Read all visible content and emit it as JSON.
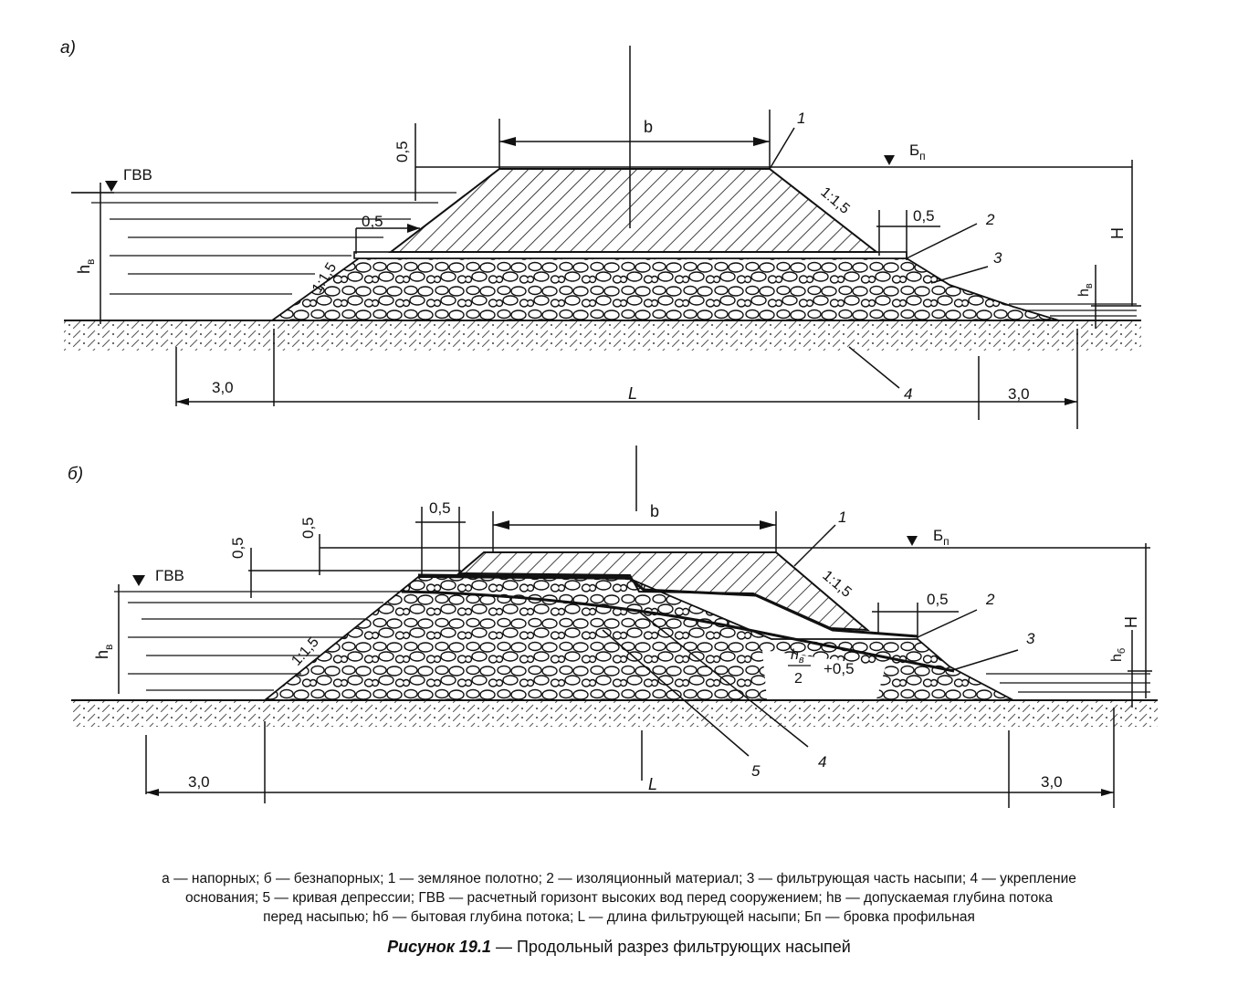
{
  "diagram_a": {
    "panel_label": "а)",
    "gvv": "ГВВ",
    "h_v": "h",
    "h_v_sub": "в",
    "dim_05_top": "0,5",
    "dim_05_left": "0,5",
    "dim_05_right": "0,5",
    "dim_b": "b",
    "slope_left": "1:1,5",
    "slope_right": "1:1,5",
    "brovka": "Б",
    "brovka_sub": "п",
    "H": "H",
    "h_right": "h",
    "h_right_sub": "в",
    "dim_30_left": "3,0",
    "dim_L": "L",
    "dim_30_right": "3,0",
    "n1": "1",
    "n2": "2",
    "n3": "3",
    "n4": "4"
  },
  "diagram_b": {
    "panel_label": "б)",
    "gvv": "ГВВ",
    "h_v": "h",
    "h_v_sub": "в",
    "dim_05_a": "0,5",
    "dim_05_b": "0,5",
    "dim_05_c": "0,5",
    "dim_05_right": "0,5",
    "dim_b": "b",
    "slope_left": "1:1,5",
    "slope_right": "1:1,5",
    "brovka": "Б",
    "brovka_sub": "п",
    "H": "H",
    "h_b": "h",
    "h_b_sub": "б",
    "frac_num": "h",
    "frac_num_sub": "в",
    "frac_den": "2",
    "frac_plus": "+0,5",
    "dim_30_left": "3,0",
    "dim_L": "L",
    "dim_30_right": "3,0",
    "n1": "1",
    "n2": "2",
    "n3": "3",
    "n4": "4",
    "n5": "5"
  },
  "legend": {
    "line1": "а — напорных; б — безнапорных; 1 — земляное полотно; 2 — изоляционный материал; 3 — фильтрующая часть насыпи; 4 — укрепление",
    "line2": "основания; 5 — кривая депрессии; ГВВ — расчетный горизонт высоких вод перед сооружением; hв — допускаемая глубина потока",
    "line3": "перед насыпью; hб — бытовая глубина потока; L — длина фильтрующей насыпи; Бп — бровка профильная"
  },
  "figure_title": {
    "prefix": "Рисунок 19.1",
    "text": " — Продольный разрез фильтрующих насыпей"
  }
}
